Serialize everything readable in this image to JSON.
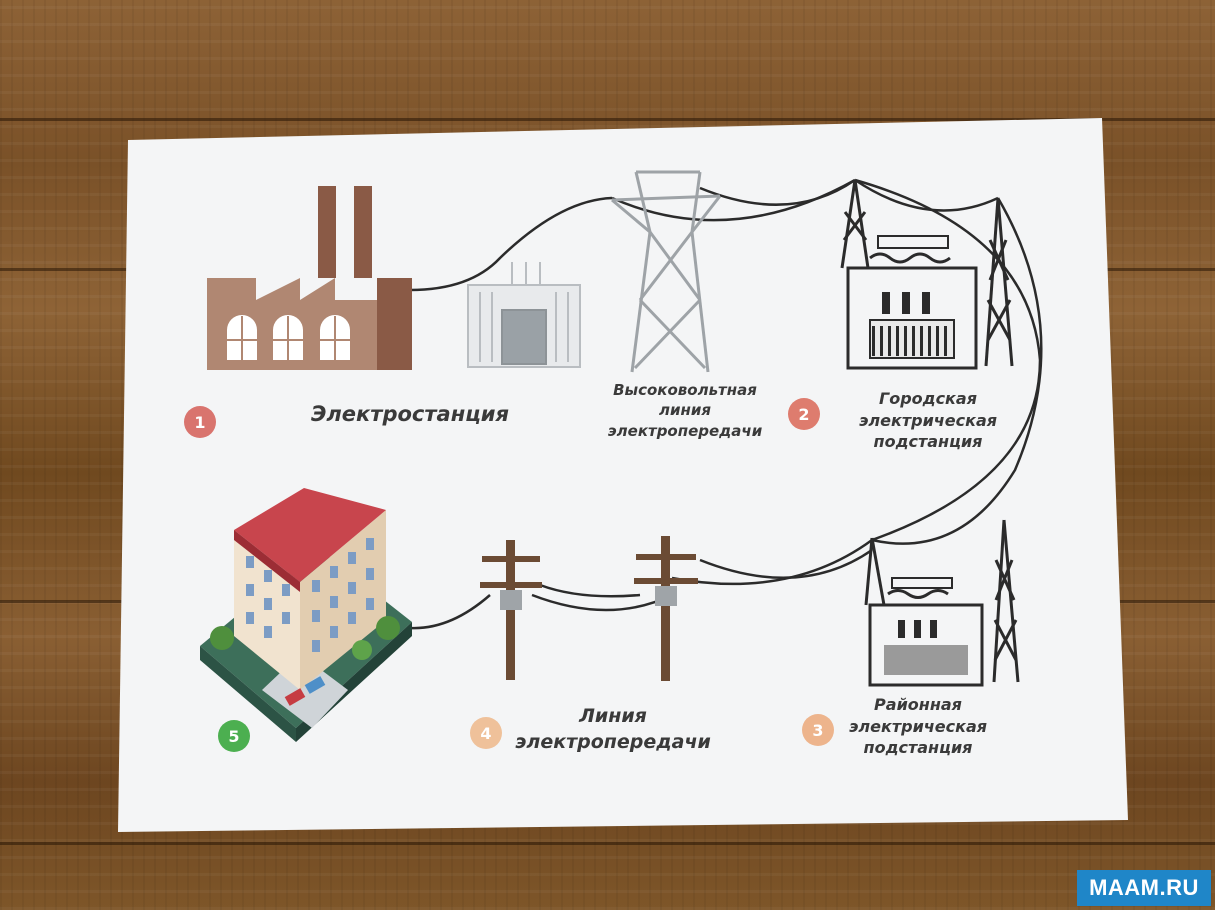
{
  "nodes": [
    {
      "id": "power-plant",
      "number": "1",
      "label": "Электростанция",
      "badge_color": "#d9746e"
    },
    {
      "id": "high-voltage-line",
      "label_lines": [
        "Высоковольтная",
        "линия",
        "электропередачи"
      ]
    },
    {
      "id": "city-substation",
      "number": "2",
      "label_lines": [
        "Городская",
        "электрическая",
        "подстанция"
      ],
      "badge_color": "#de7c6e"
    },
    {
      "id": "district-substation",
      "number": "3",
      "label_lines": [
        "Районная",
        "электрическая",
        "подстанция"
      ],
      "badge_color": "#edb48c"
    },
    {
      "id": "power-line",
      "number": "4",
      "label_lines": [
        "Линия",
        "электропередачи"
      ],
      "badge_color": "#efc19a"
    },
    {
      "id": "apartment-building",
      "number": "5",
      "badge_color": "#4caf50"
    }
  ],
  "watermark": "MAAM.RU"
}
